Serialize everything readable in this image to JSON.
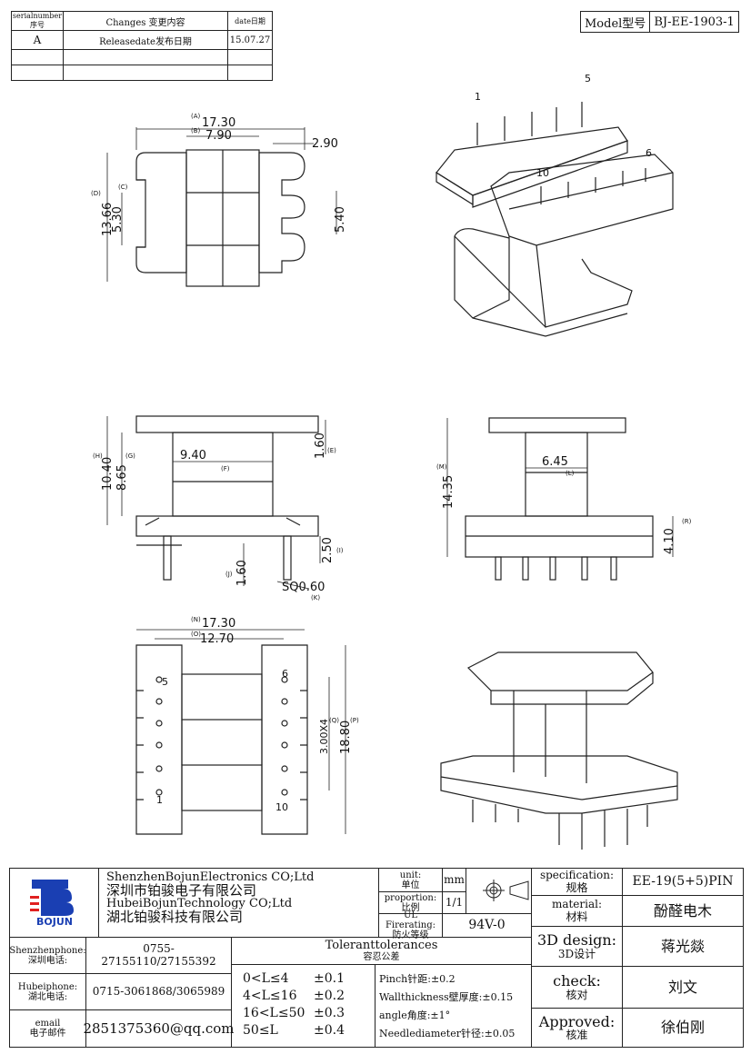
{
  "revision": {
    "headers": {
      "serial": "serialnumber序号",
      "changes": "Changes 变更内容",
      "date": "date日期"
    },
    "rows": [
      {
        "serial": "A",
        "changes": "Releasedate发布日期",
        "date": "15.07.27"
      },
      {
        "serial": "",
        "changes": "",
        "date": ""
      },
      {
        "serial": "",
        "changes": "",
        "date": ""
      }
    ]
  },
  "model": {
    "label": "Model型号",
    "value": "BJ-EE-1903-1"
  },
  "drawing": {
    "pin_labels": {
      "p1": "1",
      "p5": "5",
      "p6": "6",
      "p10": "10"
    },
    "dims": {
      "a": "17.30",
      "b": "7.90",
      "c2": "2.90",
      "d": "13.66",
      "c": "5.30",
      "e": "5.40",
      "f": "9.40",
      "h": "10.40",
      "g": "8.65",
      "i": "1.60",
      "j": "2.50",
      "k": "1.60",
      "sq": "SQ0.60",
      "m": "14.35",
      "l": "6.45",
      "r": "4.10",
      "n": "17.30",
      "o": "12.70",
      "q": "3.00X4",
      "p": "18.80"
    },
    "letters": {
      "A": "(A)",
      "B": "(B)",
      "C": "(C)",
      "D": "(D)",
      "E": "(E)",
      "F": "(F)",
      "G": "(G)",
      "H": "(H)",
      "I": "(I)",
      "J": "(J)",
      "K": "(K)",
      "L": "(L)",
      "M": "(M)",
      "N": "(N)",
      "O": "(O)",
      "P": "(P)",
      "Q": "(Q)",
      "R": "(R)"
    }
  },
  "title_block": {
    "logo_text": "BOJUN",
    "company_en1": "ShenzhenBojunElectronics CO;Ltd",
    "company_cn1": "深圳市铂骏电子有限公司",
    "company_en2": "HubeiBojunTechnology CO;Ltd",
    "company_cn2": "湖北铂骏科技有限公司",
    "unit_label": "unit:",
    "unit_label_cn": "单位",
    "unit_value": "mm",
    "proportion_label": "proportion:",
    "proportion_label_cn": "比例",
    "proportion_value": "1/1",
    "ul_label": "UL Firerating:",
    "ul_label_cn": "防火等级",
    "ul_value": "94V-0",
    "spec_label": "specification:",
    "spec_label_cn": "规格",
    "spec_value": "EE-19(5+5)PIN",
    "material_label": "material:",
    "material_label_cn": "材料",
    "material_value": "酚醛电木",
    "design_label": "3D design:",
    "design_label_cn": "3D设计",
    "design_value": "蒋光燚",
    "check_label": "check:",
    "check_label_cn": "核对",
    "check_value": "刘文",
    "approved_label": "Approved:",
    "approved_label_cn": "核准",
    "approved_value": "徐伯刚",
    "sz_phone_label": "Shenzhenphone:",
    "sz_phone_label_cn": "深圳电话:",
    "sz_phone": "0755-27155110/27155392",
    "hb_phone_label": "Hubeiphone:",
    "hb_phone_label_cn": "湖北电话:",
    "hb_phone": "0715-3061868/3065989",
    "email_label": "email",
    "email_label_cn": "电子邮件",
    "email": "2851375360@qq.com",
    "tol_title": "Toleranttolerances",
    "tol_title_cn": "容忍公差",
    "tol_ranges": [
      "0<L≤4",
      "4<L≤16",
      "16<L≤50",
      "50≤L"
    ],
    "tol_values": [
      "±0.1",
      "±0.2",
      "±0.3",
      "±0.4"
    ],
    "tol_notes": [
      "Pinch针距:±0.2",
      "Wallthickness壁厚度:±0.15",
      "angle角度:±1°",
      "Needlediameter针径:±0.05"
    ]
  }
}
